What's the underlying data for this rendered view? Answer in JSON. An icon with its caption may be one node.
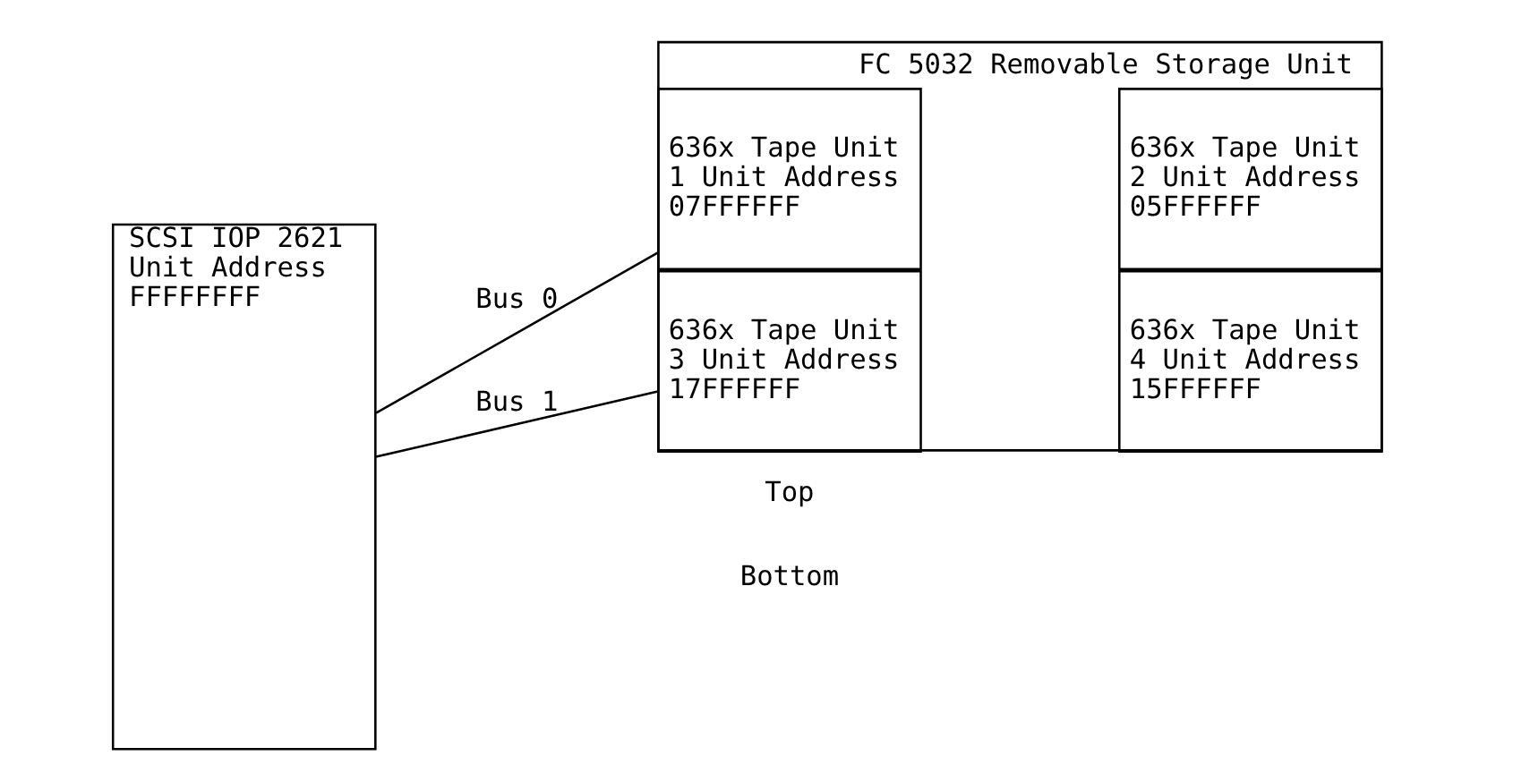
{
  "diagram": {
    "nodes": [
      {
        "text": [
          "SCSI IOP 2621 Unit Address FFFFFFFF"
        ]
      },
      {
        "text": [
          "FC 5032 Removable Storage Unit"
        ]
      },
      {
        "text": [
          "636x Tape Unit 1 Unit Address 07FFFFFF"
        ],
        "in": 1
      },
      {
        "text": [
          "636x Tape Unit 2 Unit Address 05FFFFFF"
        ],
        "in": 1
      },
      {
        "text": [
          "636x Tape Unit 3 Unit Address 17FFFFFF"
        ],
        "in": 1
      },
      {
        "text": [
          "636x Tape Unit 4 Unit Address 15FFFFFF"
        ],
        "in": 1
      }
    ],
    "edges": [
      {
        "from": 0,
        "to": 4,
        "arrow": "none",
        "label": "Bus 1"
      },
      {
        "from": 0,
        "to": 2,
        "arrow": "none",
        "label": "Bus 0"
      }
    ],
    "labels": [
      "Top",
      "Bottom"
    ]
  }
}
